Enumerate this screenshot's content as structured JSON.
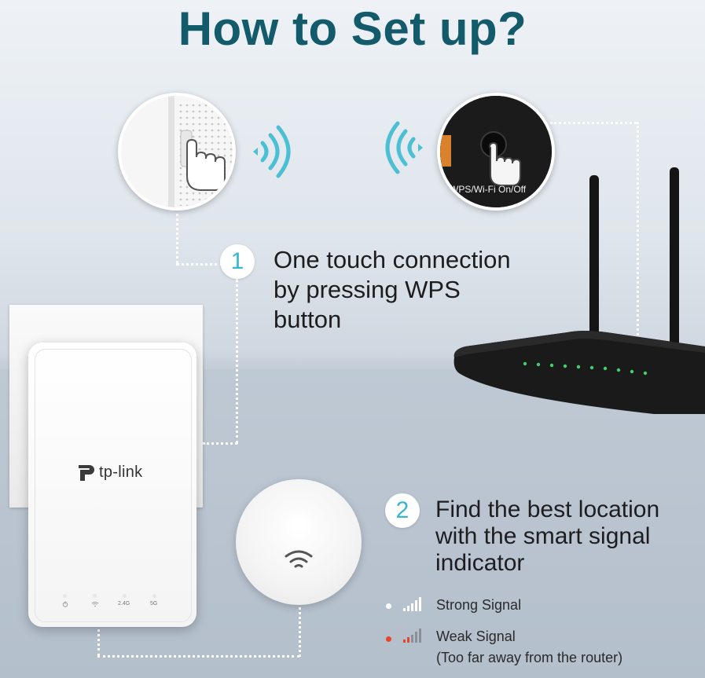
{
  "title": "How to Set up?",
  "step1": {
    "number": "1",
    "lines": [
      "One touch connection",
      "by pressing WPS",
      "button"
    ]
  },
  "step2": {
    "number": "2",
    "lines": [
      "Find the best location",
      "with the smart signal",
      "indicator"
    ]
  },
  "router_button_label": "WPS/Wi-Fi On/Off",
  "extender_logo": "tp-link",
  "extender_leds": [
    "2.4G",
    "5G"
  ],
  "legend": {
    "strong": "Strong Signal",
    "weak": "Weak Signal",
    "weak_note": "(Too far away from the router)"
  },
  "colors": {
    "title": "#135a6b",
    "accent": "#36b6cf",
    "weak_dot": "#e8462a",
    "strong_dot": "#ffffff"
  },
  "icons": [
    "wifi-waves-left-icon",
    "wifi-waves-right-icon",
    "signal-bars-icon",
    "wifi-icon",
    "hand-press-icon"
  ]
}
